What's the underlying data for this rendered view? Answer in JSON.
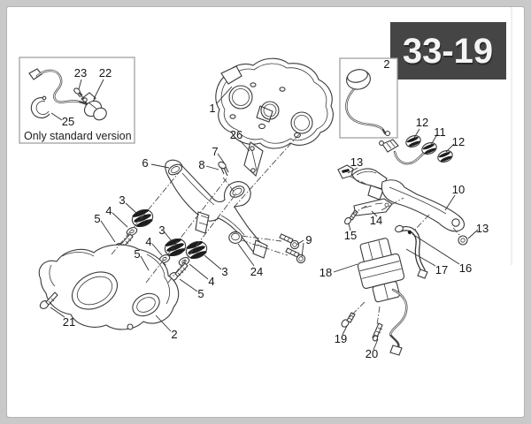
{
  "badge": {
    "code": "33-19"
  },
  "inset_standard": {
    "caption": "Only standard version",
    "callout_23": "23",
    "callout_22": "22",
    "callout_25": "25"
  },
  "inset_sensor": {
    "callout_2": "2"
  },
  "callouts": {
    "n1": "1",
    "n2_cover": "2",
    "n3a": "3",
    "n3b": "3",
    "n3c": "3",
    "n4a": "4",
    "n4b": "4",
    "n4c": "4",
    "n5a": "5",
    "n5b": "5",
    "n5c": "5",
    "n6": "6",
    "n7": "7",
    "n8": "8",
    "n9": "9",
    "n10": "10",
    "n11": "11",
    "n12a": "12",
    "n12b": "12",
    "n13a": "13",
    "n13b": "13",
    "n14": "14",
    "n15": "15",
    "n16": "16",
    "n17": "17",
    "n18": "18",
    "n19": "19",
    "n20": "20",
    "n21": "21",
    "n24": "24",
    "n26": "26"
  },
  "colors": {
    "badge_bg": "#454545",
    "badge_text": "#f4f4f4",
    "frame": "#c9c9c9",
    "paper": "#ffffff",
    "line_art": "#3a3a3a"
  }
}
